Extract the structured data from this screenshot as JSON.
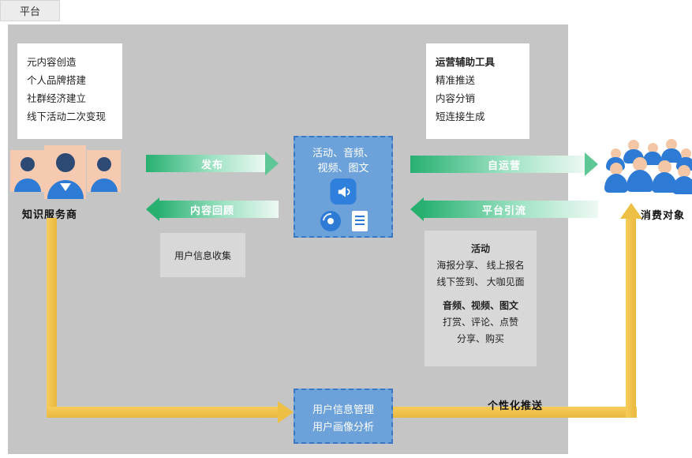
{
  "tab": {
    "label": "平台"
  },
  "provider": {
    "label": "知识服务商",
    "benefits": [
      "元内容创造",
      "个人品牌搭建",
      "社群经济建立",
      "线下活动二次变现"
    ]
  },
  "operations": {
    "title": "运营辅助工具",
    "items": [
      "精准推送",
      "内容分销",
      "短连接生成"
    ]
  },
  "consumer": {
    "label": "消费对象"
  },
  "content_hub": {
    "line1": "活动、音频、",
    "line2": "视频、图文",
    "icons": [
      "megaphone-icon",
      "disc-icon",
      "document-icon"
    ]
  },
  "flows": {
    "publish": "发布",
    "content_review": "内容回顾",
    "self_operation": "自运营",
    "platform_traffic": "平台引流",
    "personalized_push": "个性化推送"
  },
  "collection_box": {
    "label": "用户信息收集"
  },
  "engagement": {
    "title": "活动",
    "lines": [
      "海报分享、 线上报名",
      "线下签到、 大咖见面"
    ],
    "subtitle": "音频、视频、图文",
    "lines2": [
      "打赏、评论、点赞",
      "分享、购买"
    ]
  },
  "analysis_box": {
    "line1": "用户信息管理",
    "line2": "用户画像分析"
  },
  "colors": {
    "green": "#27b070",
    "gold": "#f0c148",
    "blue_fill": "#6ca2d9",
    "blue_border": "#3a78c2",
    "gray_bg": "#c5c5c5",
    "gray_box": "#d8d8d8"
  }
}
